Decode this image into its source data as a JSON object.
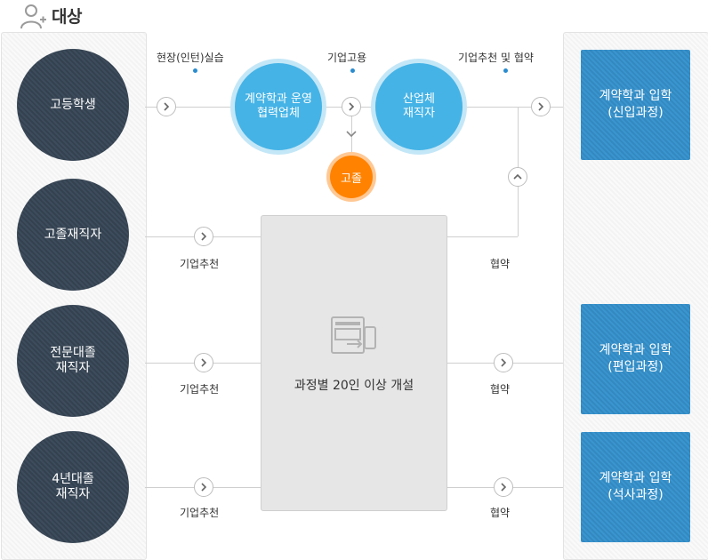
{
  "header": {
    "title": "대상",
    "icon": "user-add-icon"
  },
  "sources": [
    {
      "lines": [
        "고등학생"
      ]
    },
    {
      "lines": [
        "고졸재직자"
      ]
    },
    {
      "lines": [
        "전문대졸",
        "재직자"
      ]
    },
    {
      "lines": [
        "4년대졸",
        "재직자"
      ]
    }
  ],
  "top_flow": {
    "partner": [
      "계약학과 운영",
      "협력업체"
    ],
    "industry": [
      "산업체",
      "재직자"
    ],
    "graduate": "고졸",
    "step_labels": [
      "현장(인턴)실습",
      "기업고용",
      "기업추천 및 협약"
    ]
  },
  "center_box": {
    "label": "과정별 20인 이상 개설",
    "icon": "document-transfer-icon"
  },
  "recommend_label": "기업추천",
  "agreement_label": "협약",
  "targets": [
    {
      "lines": [
        "계약학과 입학",
        "(신입과정)"
      ]
    },
    {
      "lines": [
        "계약학과 입학",
        "(편입과정)"
      ]
    },
    {
      "lines": [
        "계약학과 입학",
        "(석사과정)"
      ]
    }
  ],
  "colors": {
    "source_circle": "#3d4c5c",
    "blue_circle": "#45b3e6",
    "orange_circle": "#ff8200",
    "target_box": "#3a95cf",
    "dot": "#2a8ccf"
  }
}
